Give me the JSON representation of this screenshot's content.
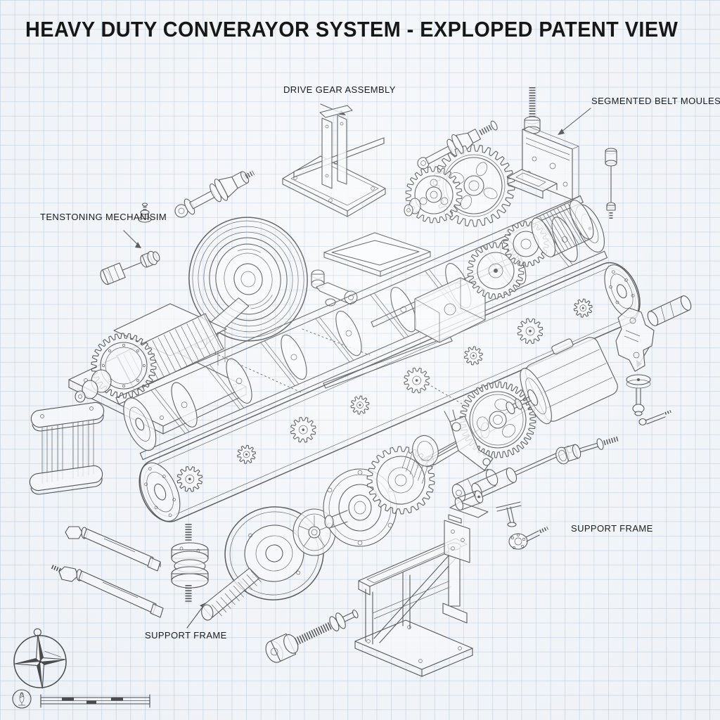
{
  "colors": {
    "paper": "#f5f7fa",
    "grid": "#b0c4d8",
    "ink": "#2b2b2b"
  },
  "title": "HEAVY DUTY CONVERAYOR SYSTEM - EXPLOPED PATENT VIEW",
  "callouts": {
    "drive_gear": "DRIVE GEAR ASSEMBLY",
    "belt_modules": "SEGMENTED BELT MOULES",
    "tensioning": "TENSTONING MECHANISIM",
    "support_frame_lower": "SUPPORT FRAME",
    "support_frame_right": "SUPPORT FRAME"
  },
  "legend": {
    "compass": "compass-rose",
    "scale_bar": "graphic-scale-bar",
    "scale_symbol": "draughtsman-mark"
  }
}
